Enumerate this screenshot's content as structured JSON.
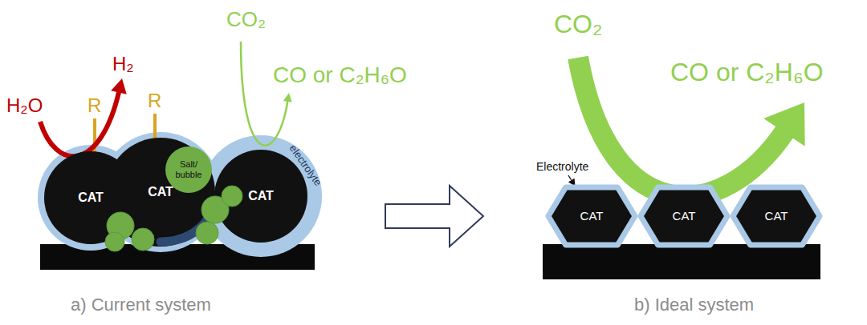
{
  "diagram": {
    "nodes": [
      {
        "text": [
          "CAT"
        ]
      },
      {
        "text": [
          "CAT"
        ]
      },
      {
        "text": [
          "Salt/ bubble"
        ]
      },
      {
        "text": [
          "CAT"
        ]
      },
      {
        "text": [
          "CAT"
        ]
      },
      {
        "text": [
          "CAT"
        ]
      },
      {
        "text": [
          "CAT"
        ]
      }
    ],
    "labels": [
      "H₂O",
      "H₂",
      "R",
      "R",
      "CO₂",
      "CO or C₂H₆O",
      "electrolyte",
      "a) Current system",
      "CO₂",
      "CO or C₂H₆O",
      "Electrolyte",
      "b) Ideal system"
    ]
  }
}
